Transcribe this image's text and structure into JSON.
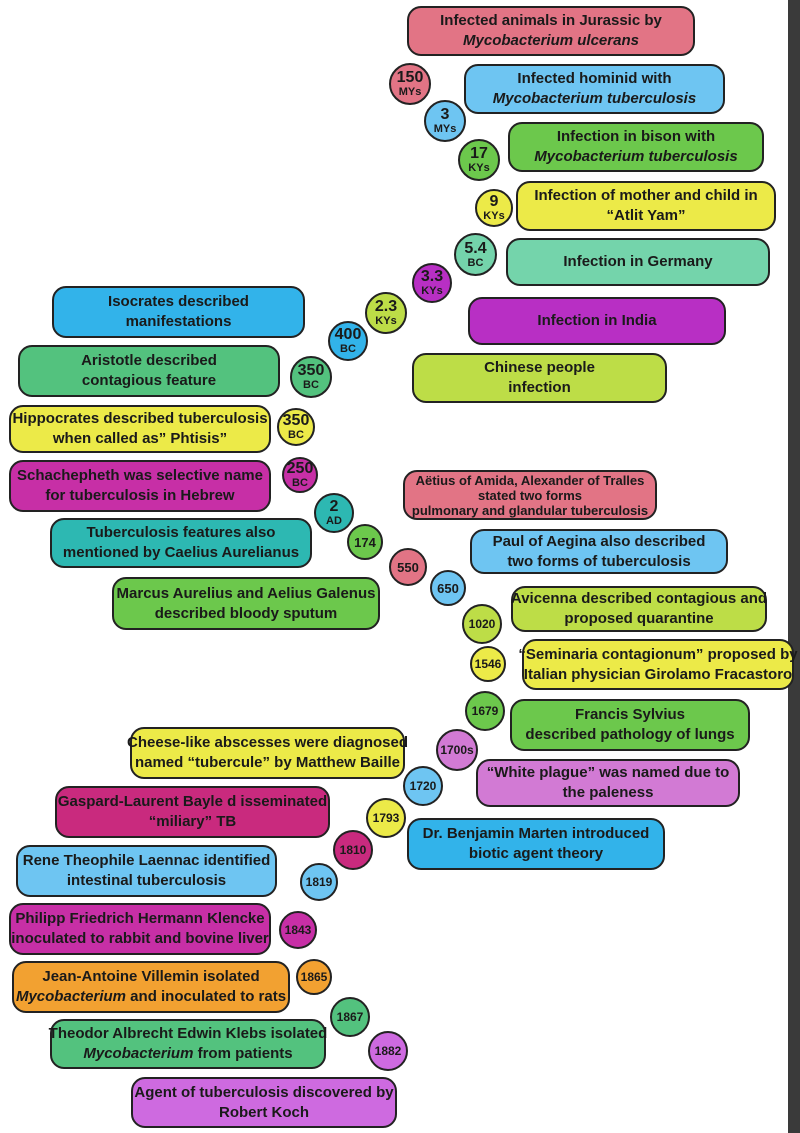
{
  "colors": {
    "pink": "#e27485",
    "sky": "#6ec5f2",
    "green": "#6cc84c",
    "yellow": "#ecea48",
    "mint": "#74d4ab",
    "purple": "#b82fc4",
    "lime": "#bddd47",
    "blue": "#32b3ea",
    "seagreen": "#53c27e",
    "magenta": "#c72fa6",
    "teal": "#2db8b2",
    "violet": "#d27ad4",
    "crimson": "#c92a7e",
    "orange": "#f2a131",
    "orchid": "#ce6ae0"
  },
  "events": [
    {
      "lines": [
        "Infected animals in Jurassic by",
        "*Mycobacterium ulcerans*"
      ],
      "color": "pink"
    },
    {
      "lines": [
        "Infected hominid with",
        "*Mycobacterium tuberculosis*"
      ],
      "color": "sky"
    },
    {
      "lines": [
        "Infection in bison with",
        "*Mycobacterium tuberculosis*"
      ],
      "color": "green"
    },
    {
      "lines": [
        "Infection of mother and child in",
        "“Atlit Yam”"
      ],
      "color": "yellow"
    },
    {
      "lines": [
        "Infection in Germany"
      ],
      "color": "mint"
    },
    {
      "lines": [
        "Infection in India"
      ],
      "color": "purple"
    },
    {
      "lines": [
        "Chinese people",
        "infection"
      ],
      "color": "lime"
    },
    {
      "lines": [
        "Isocrates  described",
        "manifestations"
      ],
      "color": "blue"
    },
    {
      "lines": [
        "Aristotle described",
        "contagious feature"
      ],
      "color": "seagreen"
    },
    {
      "lines": [
        "Hippocrates described tuberculosis",
        "when called as” Phtisis”"
      ],
      "color": "yellow"
    },
    {
      "lines": [
        "Schachepheth was selective name",
        "for tuberculosis in Hebrew"
      ],
      "color": "magenta"
    },
    {
      "lines": [
        "Tuberculosis features also",
        "mentioned by  Caelius Aurelianus"
      ],
      "color": "teal"
    },
    {
      "lines": [
        "Marcus Aurelius and Aelius Galenus",
        "described  bloody sputum"
      ],
      "color": "green"
    },
    {
      "lines": [
        "Aëtius of Amida, Alexander of Tralles",
        "stated two forms",
        "pulmonary and glandular tuberculosis"
      ],
      "color": "pink"
    },
    {
      "lines": [
        "Paul of Aegina  also described",
        "two forms of tuberculosis"
      ],
      "color": "sky"
    },
    {
      "lines": [
        "Avicenna described contagious and",
        "proposed quarantine"
      ],
      "color": "lime"
    },
    {
      "lines": [
        "“Seminaria contagionum” proposed by",
        "Italian physician Girolamo Fracastoro"
      ],
      "color": "yellow"
    },
    {
      "lines": [
        "Francis Sylvius",
        "described pathology of lungs"
      ],
      "color": "green"
    },
    {
      "lines": [
        "Cheese-like abscesses were diagnosed",
        "named “tubercule” by Matthew Baille"
      ],
      "color": "yellow"
    },
    {
      "lines": [
        "“White plague” was named due to",
        "the paleness"
      ],
      "color": "violet"
    },
    {
      "lines": [
        "Gaspard-Laurent Bayle d isseminated",
        "“miliary” TB"
      ],
      "color": "crimson"
    },
    {
      "lines": [
        "Dr. Benjamin Marten introduced",
        "biotic agent theory"
      ],
      "color": "blue"
    },
    {
      "lines": [
        "Rene Theophile Laennac  identified",
        "intestinal tuberculosis"
      ],
      "color": "sky"
    },
    {
      "lines": [
        "Philipp Friedrich Hermann Klencke",
        "inoculated to rabbit and bovine liver"
      ],
      "color": "magenta"
    },
    {
      "lines": [
        "Jean-Antoine Villemin isolated",
        "*Mycobacterium* and inoculated to rats"
      ],
      "color": "orange"
    },
    {
      "lines": [
        "Theodor Albrecht Edwin Klebs isolated",
        "*Mycobacterium* from patients"
      ],
      "color": "seagreen"
    },
    {
      "lines": [
        "Agent of tuberculosis discovered by",
        "Robert Koch"
      ],
      "color": "orchid"
    }
  ],
  "dates": [
    {
      "num": "150",
      "unit": "MYs",
      "color": "pink"
    },
    {
      "num": "3",
      "unit": "MYs",
      "color": "sky"
    },
    {
      "num": "17",
      "unit": "KYs",
      "color": "green"
    },
    {
      "num": "9",
      "unit": "KYs",
      "color": "yellow"
    },
    {
      "num": "5.4",
      "unit": "BC",
      "color": "mint"
    },
    {
      "num": "3.3",
      "unit": "KYs",
      "color": "purple"
    },
    {
      "num": "2.3",
      "unit": "KYs",
      "color": "lime"
    },
    {
      "num": "400",
      "unit": "BC",
      "color": "blue"
    },
    {
      "num": "350",
      "unit": "BC",
      "color": "seagreen"
    },
    {
      "num": "350",
      "unit": "BC",
      "color": "yellow"
    },
    {
      "num": "250",
      "unit": "BC",
      "color": "magenta"
    },
    {
      "num": "2",
      "unit": "AD",
      "color": "teal"
    },
    {
      "num": "174",
      "unit": "",
      "color": "green"
    },
    {
      "num": "550",
      "unit": "",
      "color": "pink"
    },
    {
      "num": "650",
      "unit": "",
      "color": "sky"
    },
    {
      "num": "1020",
      "unit": "",
      "color": "lime"
    },
    {
      "num": "1546",
      "unit": "",
      "color": "yellow"
    },
    {
      "num": "1679",
      "unit": "",
      "color": "green"
    },
    {
      "num": "1700s",
      "unit": "",
      "color": "violet"
    },
    {
      "num": "1720",
      "unit": "",
      "color": "sky"
    },
    {
      "num": "1793",
      "unit": "",
      "color": "yellow"
    },
    {
      "num": "1810",
      "unit": "",
      "color": "crimson"
    },
    {
      "num": "1819",
      "unit": "",
      "color": "sky"
    },
    {
      "num": "1843",
      "unit": "",
      "color": "magenta"
    },
    {
      "num": "1865",
      "unit": "",
      "color": "orange"
    },
    {
      "num": "1867",
      "unit": "",
      "color": "seagreen"
    },
    {
      "num": "1882",
      "unit": "",
      "color": "orchid"
    }
  ]
}
